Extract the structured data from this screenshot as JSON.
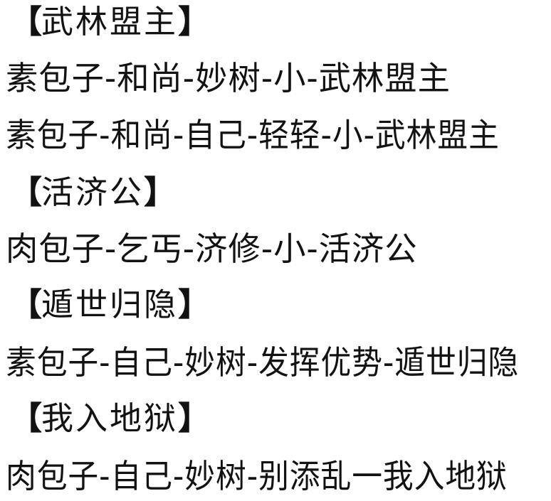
{
  "page": {
    "background_color": "#ffffff",
    "text_color": "#121212",
    "bracket_open": "【",
    "bracket_close": "】",
    "separator": "-",
    "separator_long": "一"
  },
  "sections": [
    {
      "heading": "武林盟主",
      "routes": [
        {
          "text": "素包子-和尚-妙树-小-武林盟主",
          "steps": [
            "素包子",
            "和尚",
            "妙树",
            "小",
            "武林盟主"
          ]
        },
        {
          "text": "素包子-和尚-自己-轻轻-小-武林盟主",
          "steps": [
            "素包子",
            "和尚",
            "自己",
            "轻轻",
            "小",
            "武林盟主"
          ]
        }
      ]
    },
    {
      "heading": "活济公",
      "routes": [
        {
          "text": "肉包子-乞丐-济修-小-活济公",
          "steps": [
            "肉包子",
            "乞丐",
            "济修",
            "小",
            "活济公"
          ]
        }
      ]
    },
    {
      "heading": "遁世归隐",
      "routes": [
        {
          "text": "素包子-自己-妙树-发挥优势-遁世归隐",
          "steps": [
            "素包子",
            "自己",
            "妙树",
            "发挥优势",
            "遁世归隐"
          ]
        }
      ]
    },
    {
      "heading": "我入地狱",
      "routes": [
        {
          "text": "肉包子-自己-妙树-别添乱一我入地狱",
          "steps": [
            "肉包子",
            "自己",
            "妙树",
            "别添乱",
            "我入地狱"
          ]
        }
      ]
    }
  ],
  "lines": [
    {
      "kind": "heading",
      "value": "武林盟主"
    },
    {
      "kind": "route",
      "value": "素包子-和尚-妙树-小-武林盟主"
    },
    {
      "kind": "route",
      "value": "素包子-和尚-自己-轻轻-小-武林盟主"
    },
    {
      "kind": "heading",
      "value": "活济公"
    },
    {
      "kind": "route",
      "value": "肉包子-乞丐-济修-小-活济公"
    },
    {
      "kind": "heading",
      "value": "遁世归隐"
    },
    {
      "kind": "route",
      "value": "素包子-自己-妙树-发挥优势-遁世归隐"
    },
    {
      "kind": "heading",
      "value": "我入地狱"
    },
    {
      "kind": "route",
      "value": "肉包子-自己-妙树-别添乱一我入地狱"
    }
  ]
}
